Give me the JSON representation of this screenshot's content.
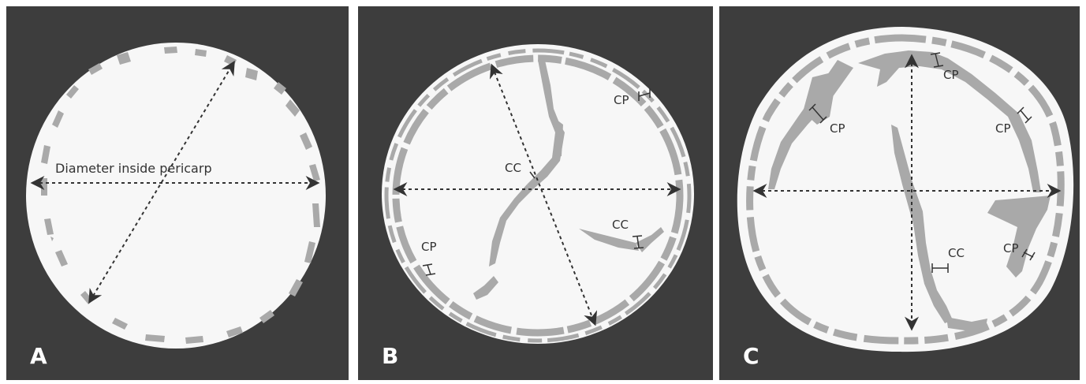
{
  "panels": [
    {
      "letter": "A",
      "diameter_label": "Diameter inside pericarp"
    },
    {
      "letter": "B",
      "labels": {
        "cp1": "CP",
        "cp2": "CP",
        "cc1": "CC",
        "cc2": "CC"
      }
    },
    {
      "letter": "C",
      "labels": {
        "cp1": "CP",
        "cp2": "CP",
        "cp3": "CP",
        "cp4": "CP",
        "cc1": "CC"
      }
    }
  ],
  "colors": {
    "background": "#3d3d3d",
    "fruit": "#f7f7f7",
    "tissue": "#a9a9a9",
    "arrow": "#333333"
  }
}
